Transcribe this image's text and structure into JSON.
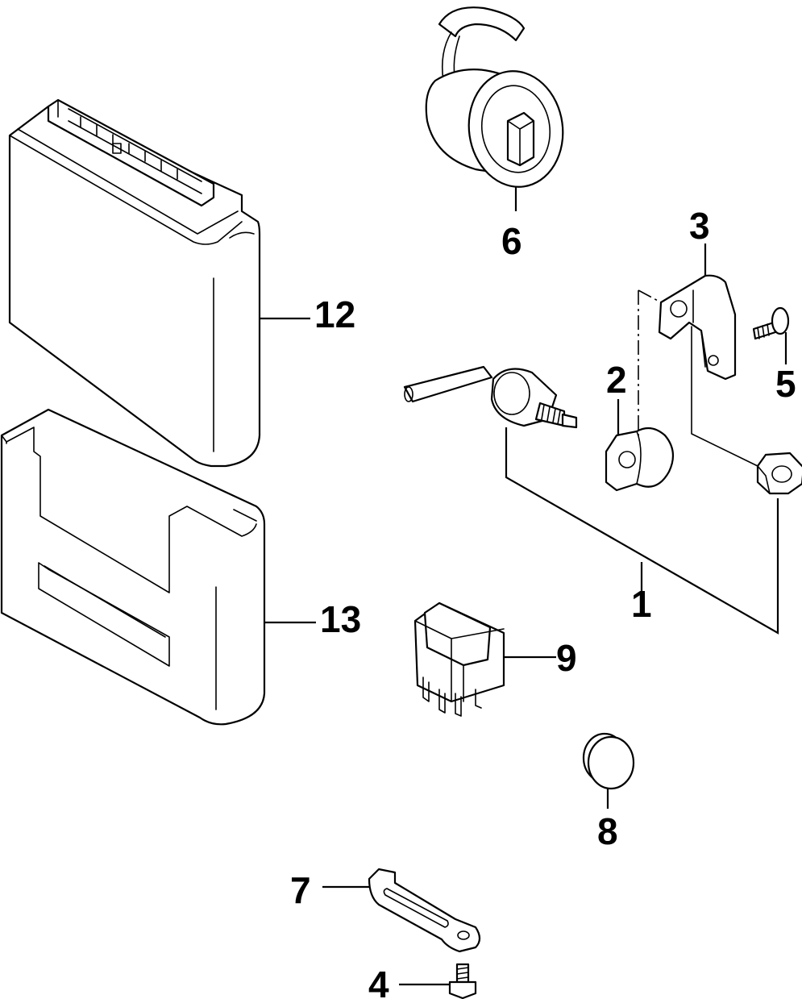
{
  "diagram": {
    "callouts": {
      "c1": "1",
      "c2": "2",
      "c3": "3",
      "c4": "4",
      "c5": "5",
      "c6": "6",
      "c7": "7",
      "c8": "8",
      "c9": "9",
      "c12": "12",
      "c13": "13"
    }
  }
}
